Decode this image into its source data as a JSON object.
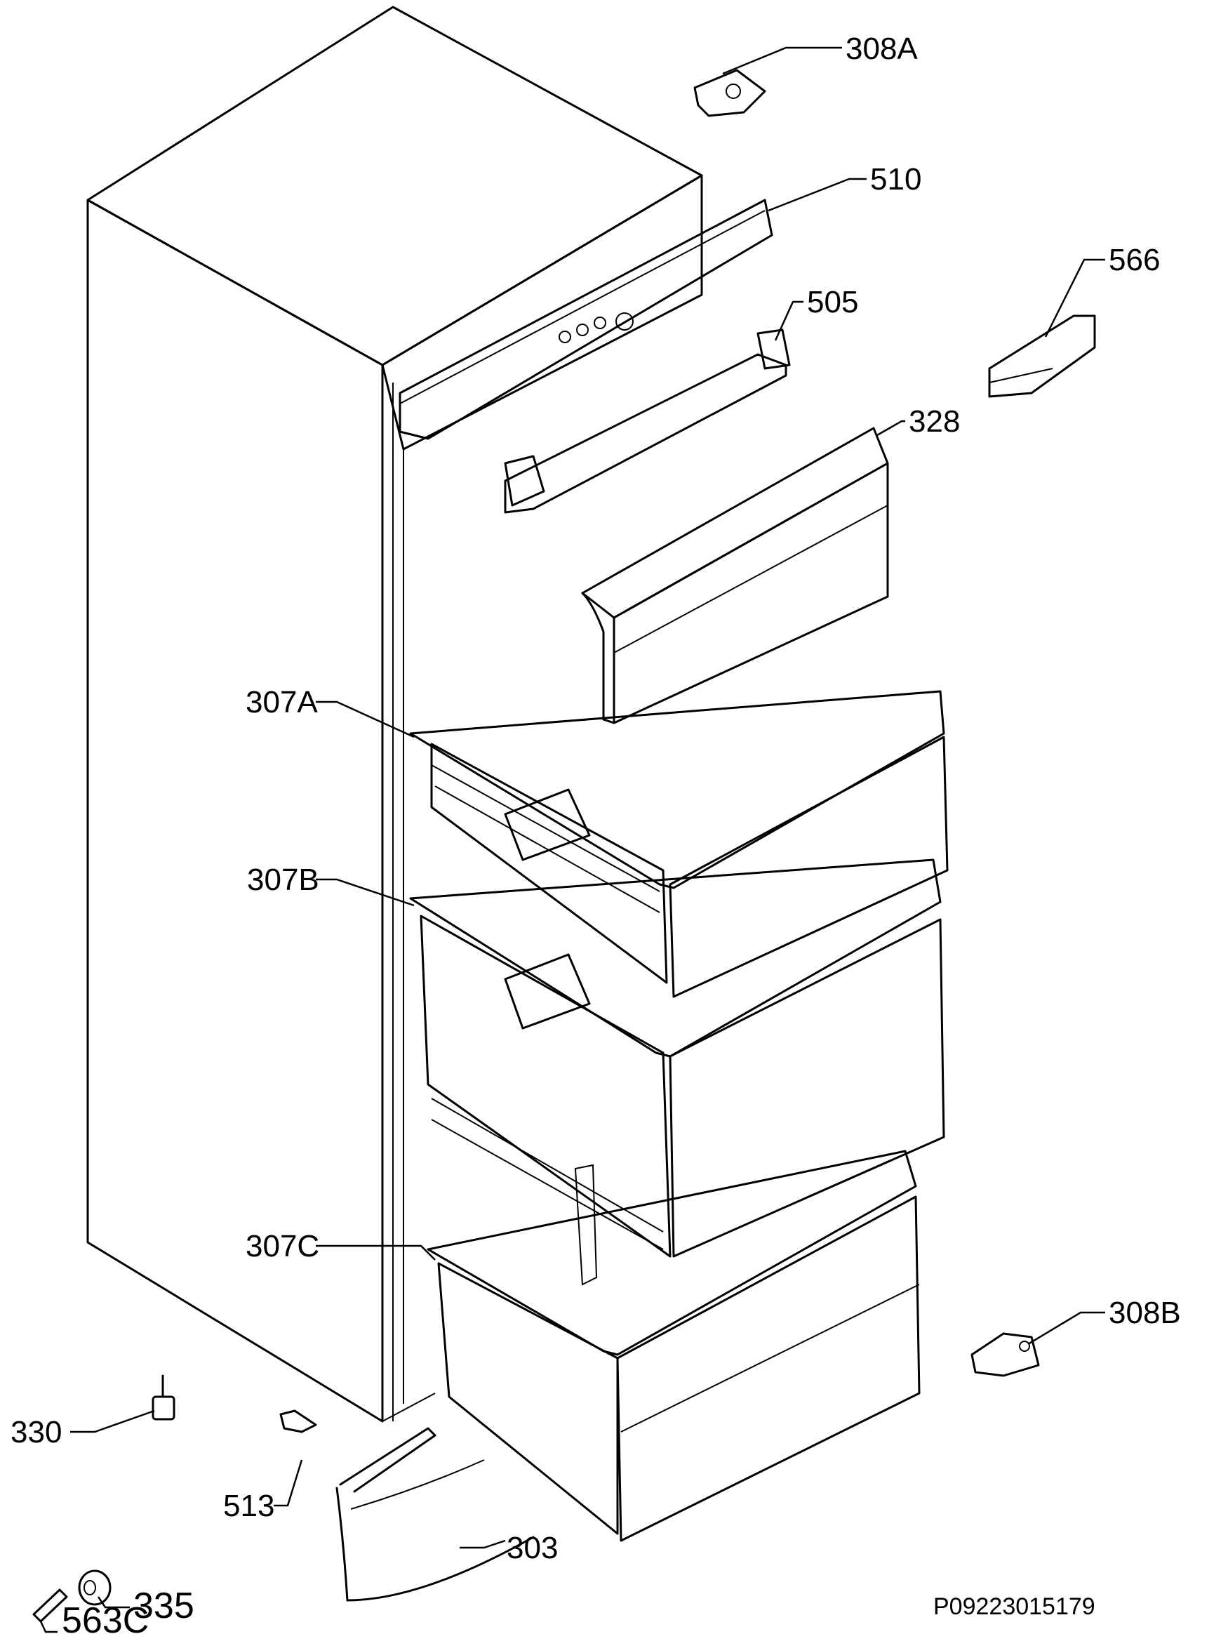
{
  "labels": {
    "p308a": "308A",
    "p510": "510",
    "p566": "566",
    "p505": "505",
    "p328": "328",
    "p307a": "307A",
    "p307b": "307B",
    "p307c": "307C",
    "p308b": "308B",
    "p330": "330",
    "p513": "513",
    "p303": "303",
    "p335": "335",
    "p563c": "563C"
  },
  "reference_code": "P09223015179"
}
